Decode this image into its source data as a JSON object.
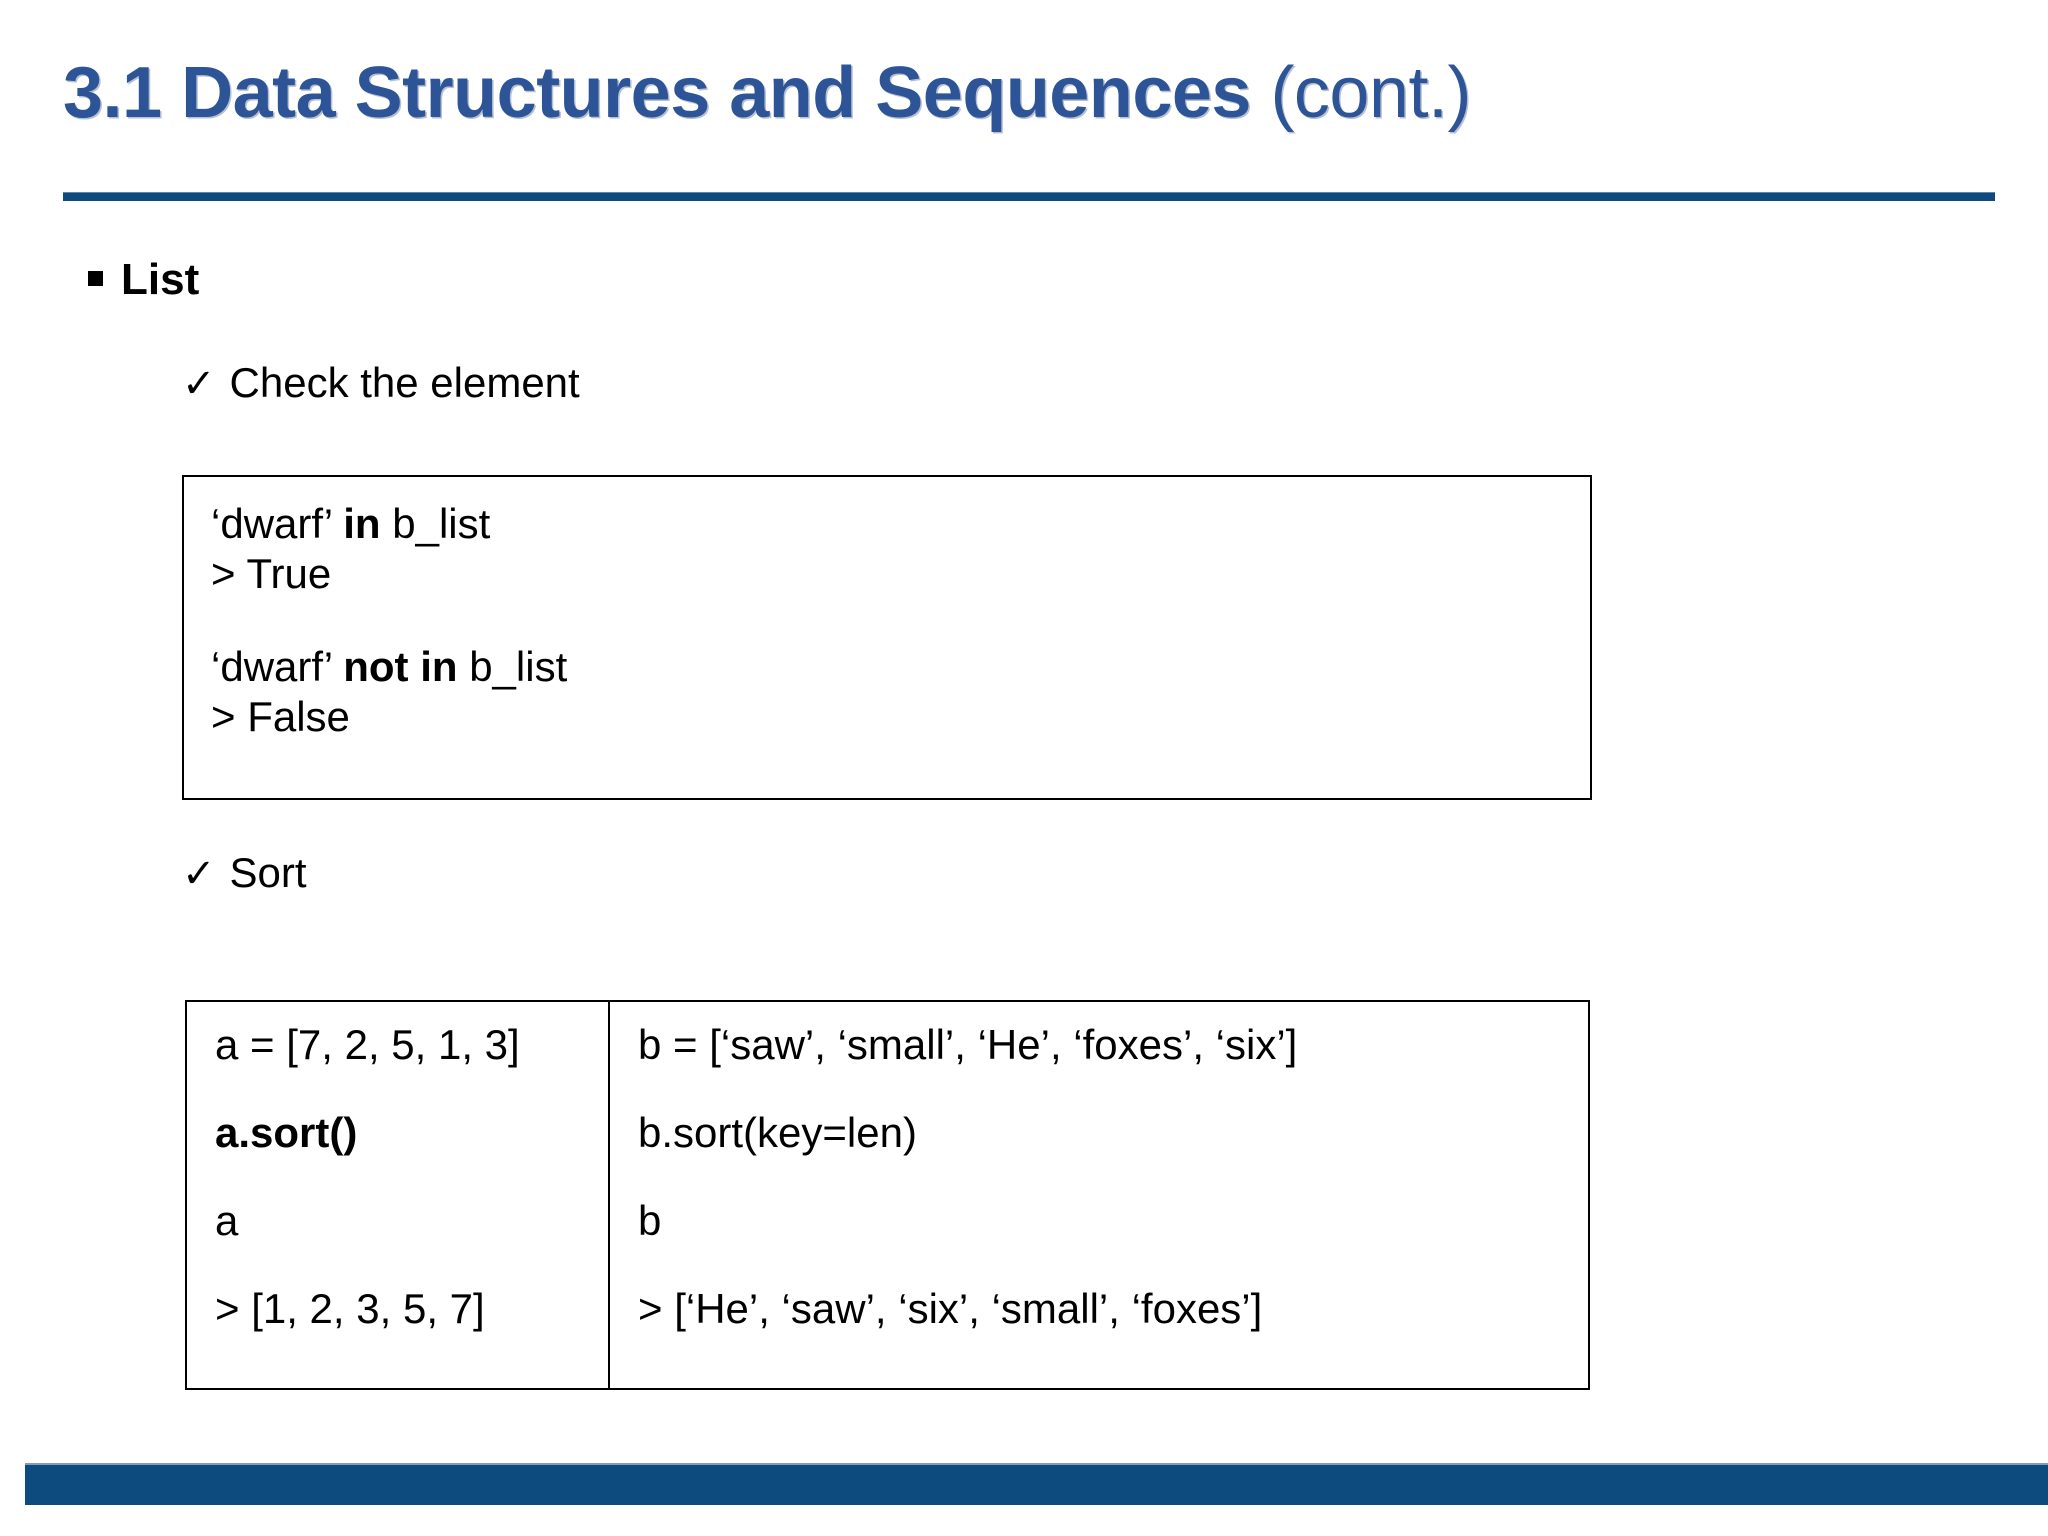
{
  "slide": {
    "title_main": "3.1 Data Structures and Sequences",
    "title_suffix": " (cont.)",
    "accent_color": "#2d5496",
    "rule_color": "#0d4b7e",
    "footer_color": "#0d4b7e"
  },
  "bullets": {
    "level1": {
      "marker": "square-bullet",
      "label": "List"
    },
    "level2": [
      {
        "marker": "check-icon",
        "label": "Check the element"
      },
      {
        "marker": "check-icon",
        "label": "Sort"
      }
    ]
  },
  "code_box": {
    "lines": [
      {
        "pre": "‘dwarf’ ",
        "kw": "in",
        "post": " b_list"
      },
      {
        "pre": "> True",
        "kw": "",
        "post": ""
      },
      {
        "pre": "",
        "kw": "",
        "post": ""
      },
      {
        "pre": "‘dwarf’ ",
        "kw": "not in",
        "post": " b_list"
      },
      {
        "pre": "> False",
        "kw": "",
        "post": ""
      }
    ]
  },
  "sort_table": {
    "left_column": [
      {
        "text": "a = [7, 2, 5, 1, 3]",
        "bold": false
      },
      {
        "text": "a.sort()",
        "bold": true
      },
      {
        "text": "a",
        "bold": false
      },
      {
        "text": "> [1, 2, 3, 5, 7]",
        "bold": false
      }
    ],
    "right_column": [
      {
        "text": "b = [‘saw’, ‘small’, ‘He’, ‘foxes’, ‘six’]",
        "bold": false
      },
      {
        "text": "b.sort(key=len)",
        "bold": false
      },
      {
        "text": "b",
        "bold": false
      },
      {
        "text": "> [‘He’, ‘saw’, ‘six’, ‘small’, ‘foxes’]",
        "bold": false
      }
    ]
  },
  "icons": {
    "check": "✓"
  }
}
